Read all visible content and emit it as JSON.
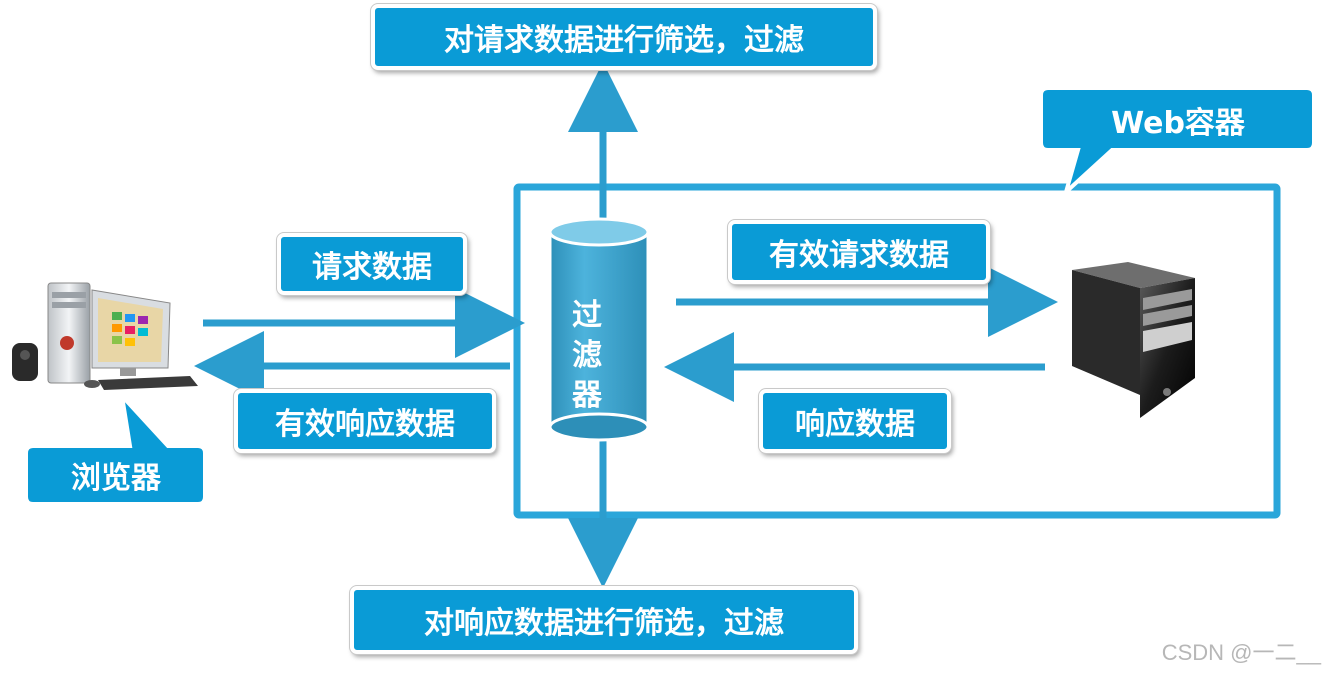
{
  "labels": {
    "filter_request": "对请求数据进行筛选，过滤",
    "filter_response": "对响应数据进行筛选，过滤",
    "web_container": "Web容器",
    "request_data": "请求数据",
    "valid_response_data": "有效响应数据",
    "browser": "浏览器",
    "valid_request_data": "有效请求数据",
    "response_data": "响应数据",
    "filter": "过\n滤\n器"
  },
  "watermark": "CSDN @一二__",
  "colors": {
    "accent": "#0a9bd6",
    "arrow": "#2b9dce",
    "cylinder": "#3fa8d0",
    "frame": "#2aa6da"
  },
  "icons": {
    "browser_computer": "desktop-computer-icon",
    "server": "server-tower-icon"
  }
}
